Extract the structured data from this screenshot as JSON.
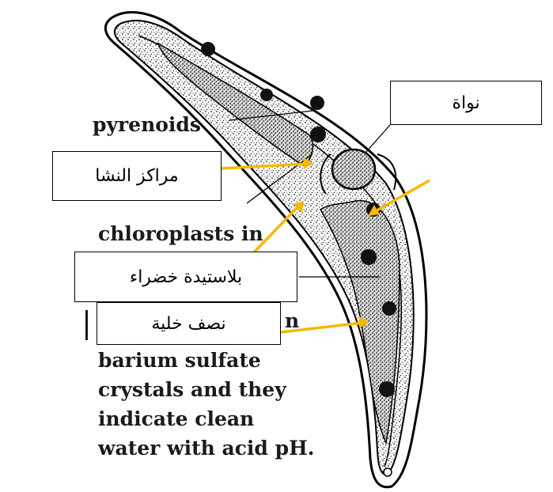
{
  "english_labels": {
    "pyrenoids": "pyrenoids",
    "chloroplasts": "chloroplasts in",
    "partial_hidden": "n",
    "caption_line1": "barium sulfate",
    "caption_line2": "crystals and they",
    "caption_line3": "indicate clean",
    "caption_line4": "water with acid pH."
  },
  "arabic_labels": {
    "nucleus": "نواة",
    "starch_centers": "مراكز النشا",
    "chloroplast": "بلاستيدة خضراء",
    "half_cell": "نصف خلية"
  },
  "colors": {
    "arrow": "#f5b800",
    "outline": "#000000"
  }
}
